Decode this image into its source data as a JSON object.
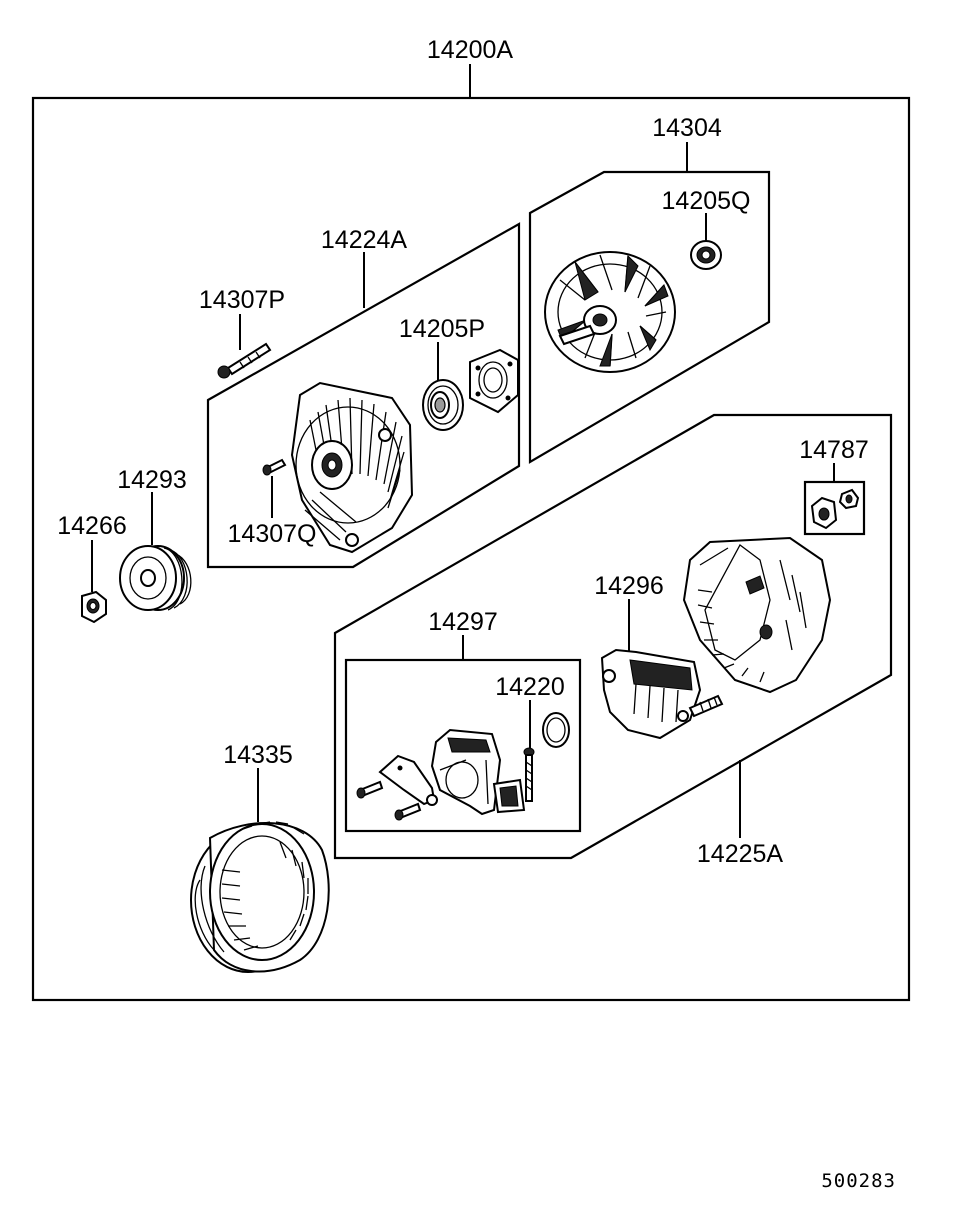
{
  "labels": {
    "assembly": "14200A",
    "rotor": "14304",
    "rotor_bearing": "14205Q",
    "front_housing": "14224A",
    "through_bolt": "14307P",
    "front_bearing": "14205P",
    "housing_screw": "14307Q",
    "pulley": "14293",
    "pulley_nut": "14266",
    "rear_housing_assembly": "14225A",
    "rear_nut_kit": "14787",
    "rectifier": "14296",
    "regulator_kit": "14297",
    "brush_screw": "14220",
    "stator": "14335"
  },
  "reference_number": "500283"
}
